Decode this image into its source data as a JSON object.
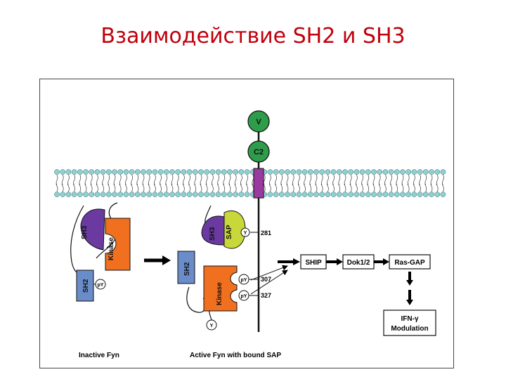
{
  "title": "Взаимодействие SH2 и SH3",
  "receptor": {
    "v_domain": "V",
    "c2_domain": "C2"
  },
  "domains": {
    "sh3": "SH3",
    "sh2": "SH2",
    "kinase": "Kinase",
    "sap": "SAP",
    "py": "pY",
    "y": "Y"
  },
  "residues": {
    "r281": "281",
    "r307": "307",
    "r327": "327"
  },
  "pathway": {
    "ship": "SHIP",
    "dok": "Dok1/2",
    "rasgap": "Ras-GAP",
    "ifn_line1": "IFN-γ",
    "ifn_line2": "Modulation"
  },
  "captions": {
    "inactive": "Inactive Fyn",
    "active": "Active Fyn with bound SAP"
  },
  "colors": {
    "title": "#c0000c",
    "membrane": "#8fd0d0",
    "sh3": "#6a3aa0",
    "kinase": "#f07020",
    "sh2": "#6a8cc8",
    "sap": "#c8d83a",
    "receptor": "#2e9c4a",
    "tm": "#9a3aa0"
  }
}
